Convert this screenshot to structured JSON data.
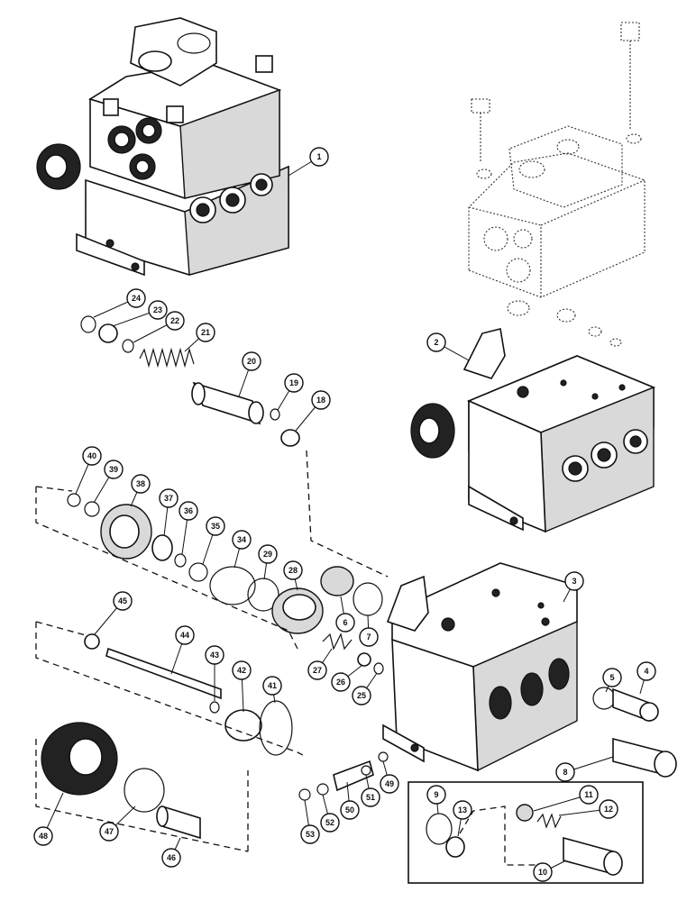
{
  "callouts": [
    {
      "label": "1"
    },
    {
      "label": "2"
    },
    {
      "label": "3"
    },
    {
      "label": "4"
    },
    {
      "label": "5"
    },
    {
      "label": "6"
    },
    {
      "label": "7"
    },
    {
      "label": "8"
    },
    {
      "label": "9"
    },
    {
      "label": "10"
    },
    {
      "label": "11"
    },
    {
      "label": "12"
    },
    {
      "label": "13"
    },
    {
      "label": "18"
    },
    {
      "label": "19"
    },
    {
      "label": "20"
    },
    {
      "label": "21"
    },
    {
      "label": "22"
    },
    {
      "label": "23"
    },
    {
      "label": "24"
    },
    {
      "label": "25"
    },
    {
      "label": "26"
    },
    {
      "label": "27"
    },
    {
      "label": "28"
    },
    {
      "label": "29"
    },
    {
      "label": "34"
    },
    {
      "label": "35"
    },
    {
      "label": "36"
    },
    {
      "label": "37"
    },
    {
      "label": "38"
    },
    {
      "label": "39"
    },
    {
      "label": "40"
    },
    {
      "label": "41"
    },
    {
      "label": "42"
    },
    {
      "label": "43"
    },
    {
      "label": "44"
    },
    {
      "label": "45"
    },
    {
      "label": "46"
    },
    {
      "label": "47"
    },
    {
      "label": "48"
    },
    {
      "label": "49"
    },
    {
      "label": "50"
    },
    {
      "label": "51"
    },
    {
      "label": "52"
    },
    {
      "label": "53"
    }
  ]
}
